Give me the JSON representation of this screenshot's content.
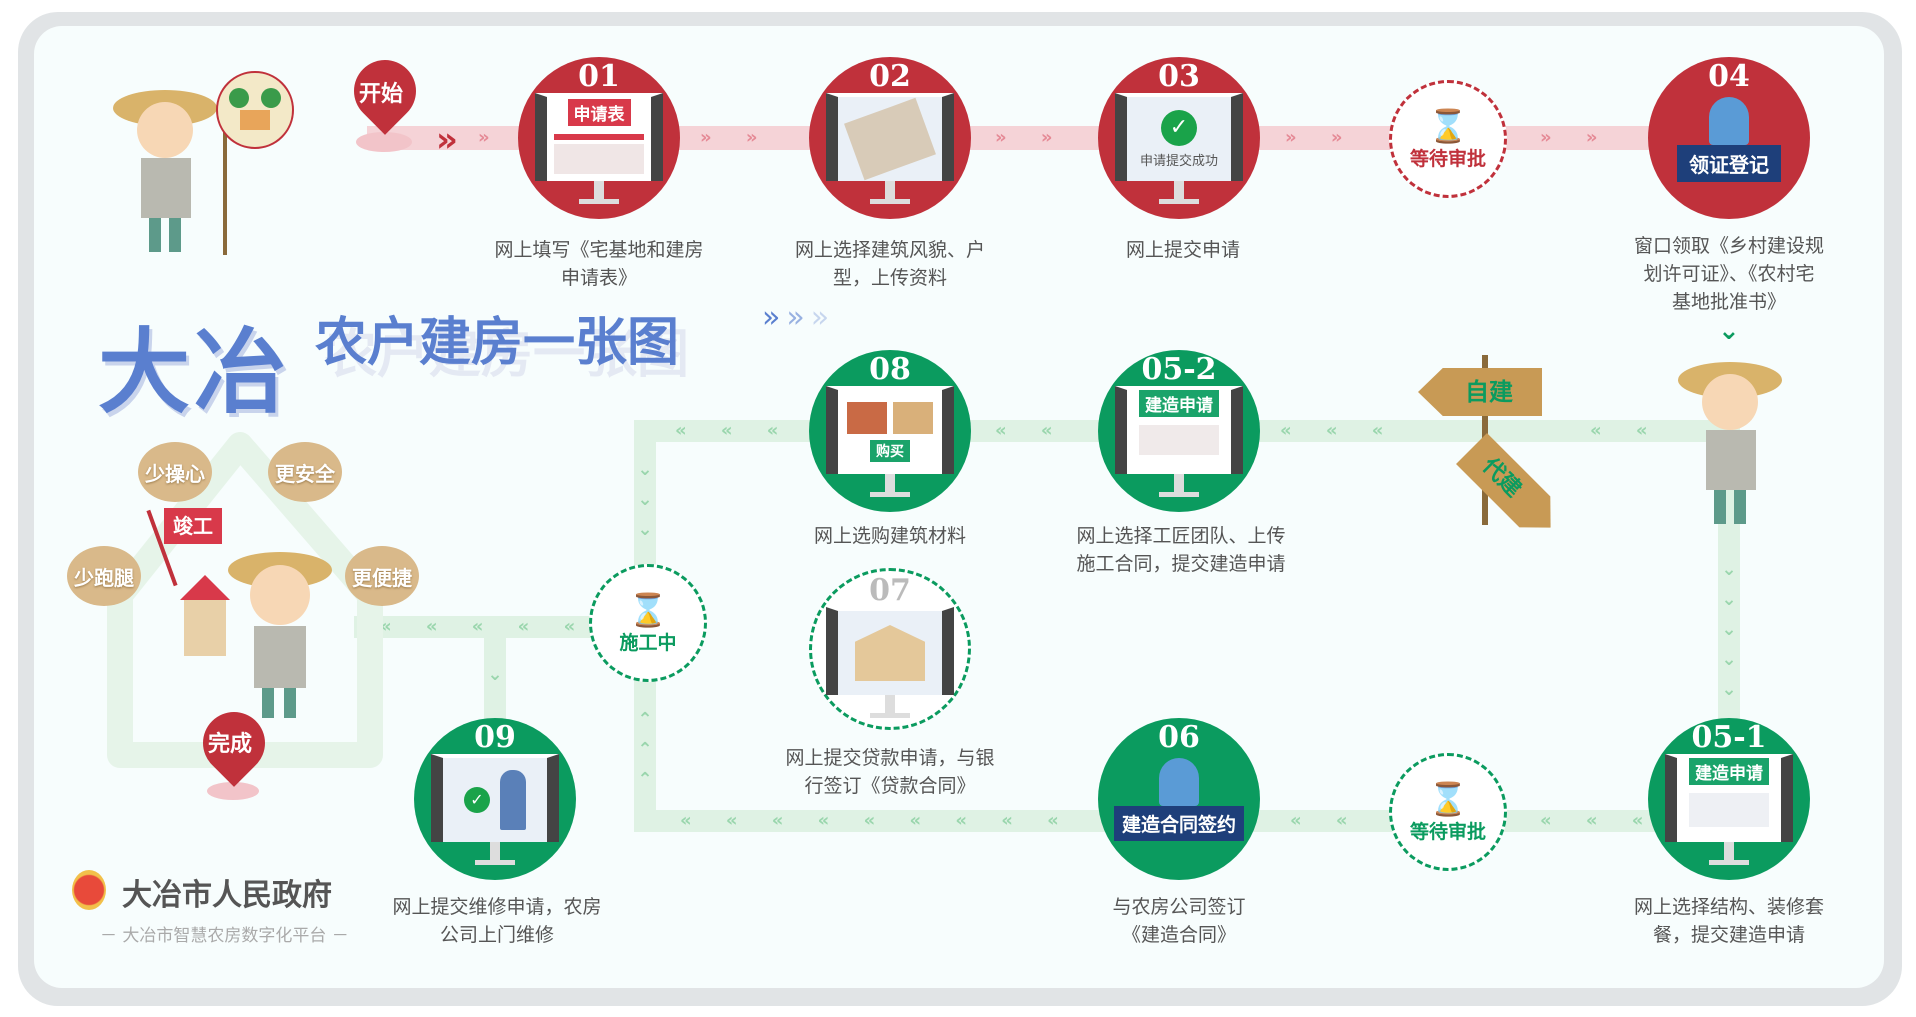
{
  "title": {
    "main": "大冶",
    "sub": "农户建房一张图"
  },
  "start_label": "开始",
  "end_label": "完成",
  "steps": {
    "s01": {
      "num": "01",
      "screen": "申请表",
      "label1": "网上填写《宅基地和建房",
      "label2": "申请表》"
    },
    "s02": {
      "num": "02",
      "label1": "网上选择建筑风貌、户",
      "label2": "型，上传资料"
    },
    "s03": {
      "num": "03",
      "screen": "申请提交成功",
      "label1": "网上提交申请"
    },
    "s04": {
      "num": "04",
      "screen": "领证登记",
      "label1": "窗口领取《乡村建设规",
      "label2": "划许可证》、《农村宅",
      "label3": "基地批准书》"
    },
    "s051": {
      "num": "05-1",
      "screen": "建造申请",
      "label1": "网上选择结构、装修套",
      "label2": "餐，提交建造申请"
    },
    "s052": {
      "num": "05-2",
      "screen": "建造申请",
      "label1": "网上选择工匠团队、上传",
      "label2": "施工合同，提交建造申请"
    },
    "s06": {
      "num": "06",
      "screen": "建造合同签约",
      "label1": "与农房公司签订",
      "label2": "《建造合同》"
    },
    "s07": {
      "num": "07",
      "label1": "网上提交贷款申请，与银",
      "label2": "行签订《贷款合同》"
    },
    "s08": {
      "num": "08",
      "screen": "购买",
      "label1": "网上选购建筑材料"
    },
    "s09": {
      "num": "09",
      "label1": "网上提交维修申请，农房",
      "label2": "公司上门维修"
    }
  },
  "waits": {
    "w1": "等待审批",
    "w2": "等待审批",
    "build": "施工中"
  },
  "sign": {
    "self": "自建",
    "agent": "代建"
  },
  "bubbles": {
    "b1": "少操心",
    "b2": "更安全",
    "b3": "少跑腿",
    "b4": "更便捷"
  },
  "flag": "竣工",
  "footer": {
    "org": "大冶市人民政府",
    "platform": "－ 大冶市智慧农房数字化平台 －"
  },
  "colors": {
    "red": "#c0313b",
    "green": "#0b9b5f",
    "title_blue": "#5a7fcf"
  }
}
